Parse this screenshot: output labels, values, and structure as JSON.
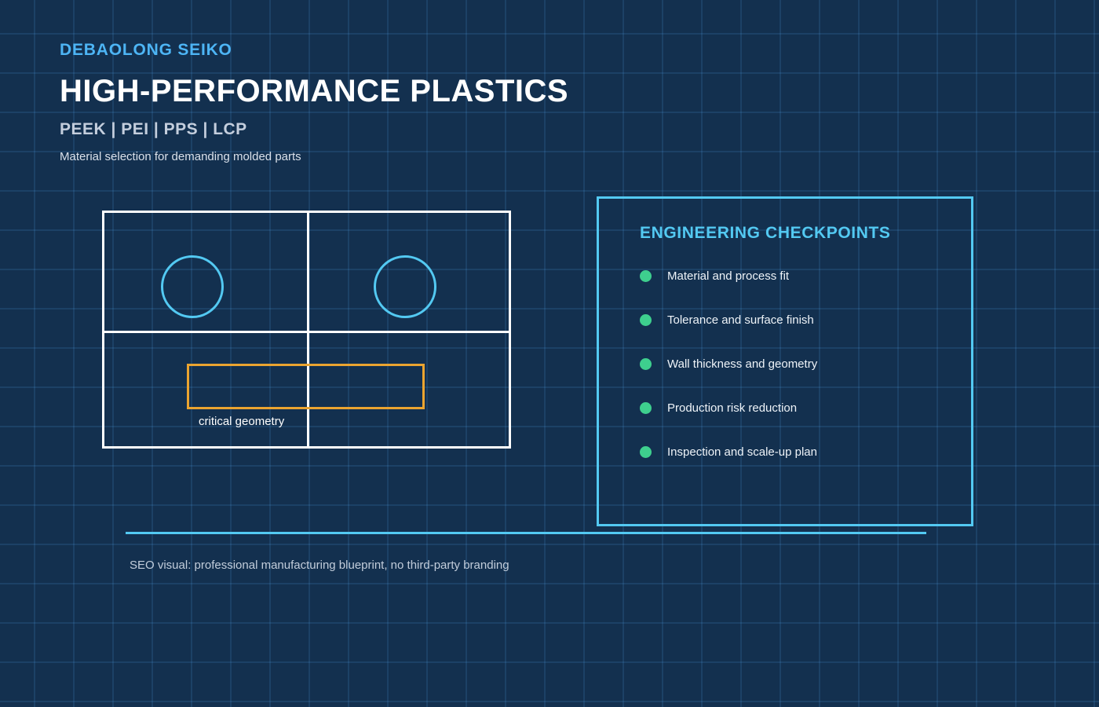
{
  "colors": {
    "background": "#13304f",
    "accent_cyan": "#53c9f2",
    "brand_blue": "#4db5f5",
    "white": "#ffffff",
    "orange": "#eba430",
    "green": "#3ecf8e"
  },
  "header": {
    "brand": "DEBAOLONG SEIKO",
    "title": "HIGH-PERFORMANCE PLASTICS",
    "materials": "PEEK | PEI | PPS | LCP",
    "tagline": "Material selection for demanding molded parts"
  },
  "blueprint": {
    "label": "critical geometry"
  },
  "checkpoints": {
    "heading": "ENGINEERING CHECKPOINTS",
    "items": [
      "Material and process fit",
      "Tolerance and surface finish",
      "Wall thickness and geometry",
      "Production risk reduction",
      "Inspection and scale-up plan"
    ]
  },
  "footer": {
    "note": "SEO visual: professional manufacturing blueprint, no third-party branding"
  }
}
